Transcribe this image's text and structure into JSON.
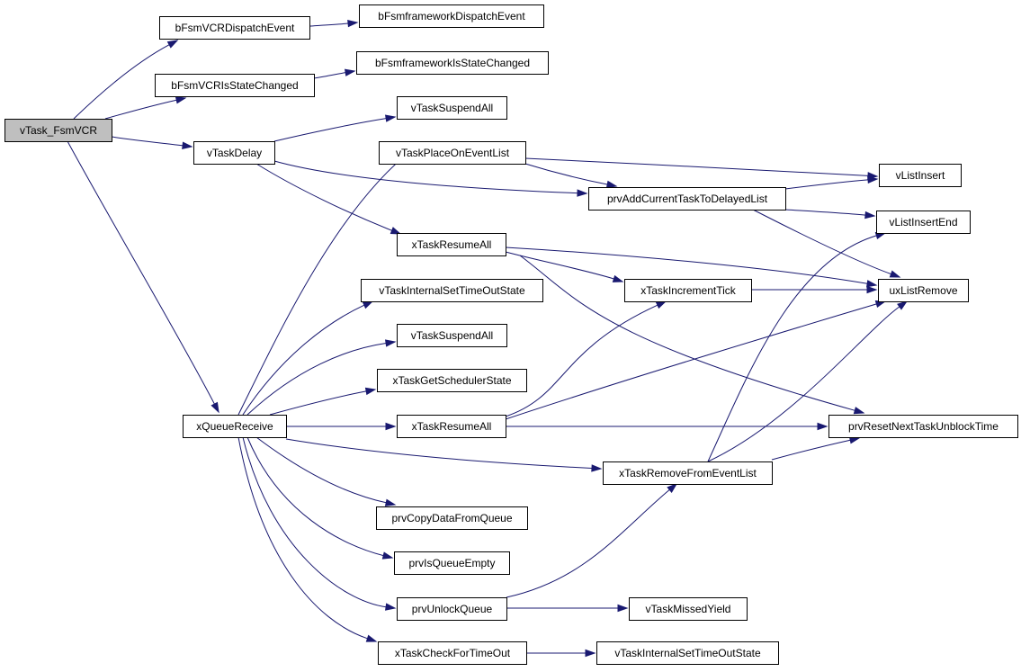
{
  "diagram": {
    "colors": {
      "edge": "#191970",
      "root_fill": "#bfbfbf",
      "node_fill": "#ffffff",
      "border": "#000000"
    },
    "nodes": [
      {
        "id": "root",
        "label": "vTask_FsmVCR"
      },
      {
        "id": "n_bdispatch",
        "label": "bFsmVCRDispatchEvent"
      },
      {
        "id": "n_bfwdispatch",
        "label": "bFsmframeworkDispatchEvent"
      },
      {
        "id": "n_bchanged",
        "label": "bFsmVCRIsStateChanged"
      },
      {
        "id": "n_bfwchanged",
        "label": "bFsmframeworkIsStateChanged"
      },
      {
        "id": "n_suspend1",
        "label": "vTaskSuspendAll"
      },
      {
        "id": "n_delay",
        "label": "vTaskDelay"
      },
      {
        "id": "n_placeevent",
        "label": "vTaskPlaceOnEventList"
      },
      {
        "id": "n_vlistinsert",
        "label": "vListInsert"
      },
      {
        "id": "n_prvadd",
        "label": "prvAddCurrentTaskToDelayedList"
      },
      {
        "id": "n_vlistend",
        "label": "vListInsertEnd"
      },
      {
        "id": "n_resume1",
        "label": "xTaskResumeAll"
      },
      {
        "id": "n_inctick",
        "label": "xTaskIncrementTick"
      },
      {
        "id": "n_uxremove",
        "label": "uxListRemove"
      },
      {
        "id": "n_setto1",
        "label": "vTaskInternalSetTimeOutState"
      },
      {
        "id": "n_suspend2",
        "label": "vTaskSuspendAll"
      },
      {
        "id": "n_getsched",
        "label": "xTaskGetSchedulerState"
      },
      {
        "id": "n_qreceive",
        "label": "xQueueReceive"
      },
      {
        "id": "n_resume2",
        "label": "xTaskResumeAll"
      },
      {
        "id": "n_prvreset",
        "label": "prvResetNextTaskUnblockTime"
      },
      {
        "id": "n_removeevent",
        "label": "xTaskRemoveFromEventList"
      },
      {
        "id": "n_copydata",
        "label": "prvCopyDataFromQueue"
      },
      {
        "id": "n_isempty",
        "label": "prvIsQueueEmpty"
      },
      {
        "id": "n_unlock",
        "label": "prvUnlockQueue"
      },
      {
        "id": "n_missed",
        "label": "vTaskMissedYield"
      },
      {
        "id": "n_checkto",
        "label": "xTaskCheckForTimeOut"
      },
      {
        "id": "n_setto2",
        "label": "vTaskInternalSetTimeOutState"
      }
    ],
    "edges": [
      {
        "from": "root",
        "to": "n_bdispatch"
      },
      {
        "from": "root",
        "to": "n_bchanged"
      },
      {
        "from": "root",
        "to": "n_delay"
      },
      {
        "from": "root",
        "to": "n_qreceive"
      },
      {
        "from": "n_bdispatch",
        "to": "n_bfwdispatch"
      },
      {
        "from": "n_bchanged",
        "to": "n_bfwchanged"
      },
      {
        "from": "n_delay",
        "to": "n_suspend1"
      },
      {
        "from": "n_delay",
        "to": "n_prvadd"
      },
      {
        "from": "n_delay",
        "to": "n_resume1"
      },
      {
        "from": "n_placeevent",
        "to": "n_vlistinsert"
      },
      {
        "from": "n_placeevent",
        "to": "n_prvadd"
      },
      {
        "from": "n_prvadd",
        "to": "n_vlistinsert"
      },
      {
        "from": "n_prvadd",
        "to": "n_vlistend"
      },
      {
        "from": "n_prvadd",
        "to": "n_uxremove"
      },
      {
        "from": "n_resume1",
        "to": "n_uxremove"
      },
      {
        "from": "n_resume1",
        "to": "n_inctick"
      },
      {
        "from": "n_resume1",
        "to": "n_prvreset"
      },
      {
        "from": "n_inctick",
        "to": "n_uxremove"
      },
      {
        "from": "n_qreceive",
        "to": "n_placeevent"
      },
      {
        "from": "n_qreceive",
        "to": "n_setto1"
      },
      {
        "from": "n_qreceive",
        "to": "n_suspend2"
      },
      {
        "from": "n_qreceive",
        "to": "n_getsched"
      },
      {
        "from": "n_qreceive",
        "to": "n_resume2"
      },
      {
        "from": "n_qreceive",
        "to": "n_removeevent"
      },
      {
        "from": "n_qreceive",
        "to": "n_copydata"
      },
      {
        "from": "n_qreceive",
        "to": "n_isempty"
      },
      {
        "from": "n_qreceive",
        "to": "n_unlock"
      },
      {
        "from": "n_qreceive",
        "to": "n_checkto"
      },
      {
        "from": "n_resume2",
        "to": "n_inctick"
      },
      {
        "from": "n_resume2",
        "to": "n_uxremove"
      },
      {
        "from": "n_resume2",
        "to": "n_prvreset"
      },
      {
        "from": "n_removeevent",
        "to": "n_vlistend"
      },
      {
        "from": "n_removeevent",
        "to": "n_uxremove"
      },
      {
        "from": "n_removeevent",
        "to": "n_prvreset"
      },
      {
        "from": "n_unlock",
        "to": "n_removeevent"
      },
      {
        "from": "n_unlock",
        "to": "n_missed"
      },
      {
        "from": "n_checkto",
        "to": "n_setto2"
      }
    ]
  }
}
